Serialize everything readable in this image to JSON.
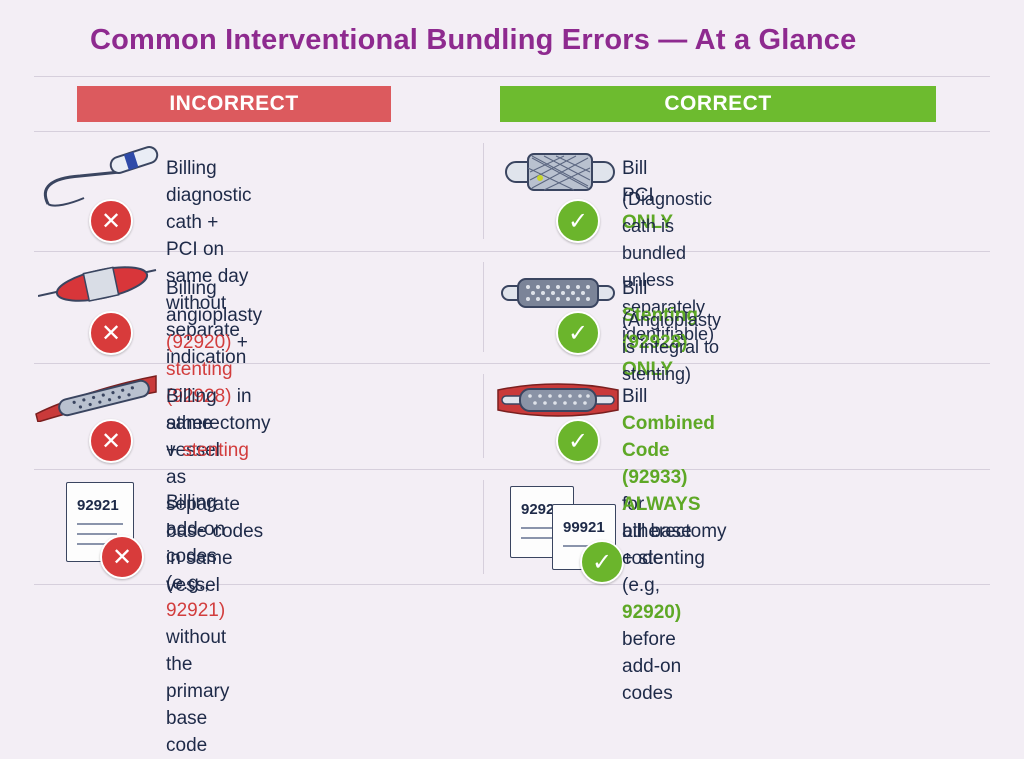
{
  "title": "Common Interventional Bundling Errors — At a Glance",
  "headers": {
    "incorrect": "INCORRECT",
    "correct": "CORRECT"
  },
  "colors": {
    "title": "#8e2a8f",
    "incorrect": "#dc5a5e",
    "correct": "#6dbb2f",
    "error_text": "#d23d3d",
    "ok_text": "#5ea826"
  },
  "rows": [
    {
      "incorrect": {
        "icon": "catheter-icon",
        "line1": "Billing diagnostic cath + PCI on",
        "line2": "same day without separate",
        "line3": "indication"
      },
      "correct": {
        "icon": "stent-icon",
        "a": "Bill PCI ",
        "b": "ONLY",
        "line2": "(Diagnostic cath is bundled unless",
        "line3": "separately identifiable)"
      }
    },
    {
      "incorrect": {
        "icon": "balloon-icon",
        "a": "Billing angioplasty ",
        "b": "(92920)",
        "c": " +",
        "d": "stenting (92928)",
        "e": " in same vessel"
      },
      "correct": {
        "icon": "stent-icon",
        "a": "Bill ",
        "b": "Stenting (92928) ONLY",
        "line2": "(Angioplasty is integral to stenting)"
      }
    },
    {
      "incorrect": {
        "icon": "atherectomy-icon",
        "a": "Billing atherectomy + ",
        "b": "stenting",
        "c": " as",
        "line2": "separate base codes in same vessel"
      },
      "correct": {
        "icon": "vessel-stent-icon",
        "a": "Bill ",
        "b": "Combined Code (92933)",
        "line2": "for atherectomy + stenting"
      }
    },
    {
      "incorrect": {
        "icon": "document-icon",
        "doc_code": "92921",
        "a": "Billing add-on codes (e.g., ",
        "b": "92921)",
        "line2": "without the primary base code"
      },
      "correct": {
        "icon": "documents-icon",
        "doc_code_back": "92921",
        "doc_code_front": "99921",
        "a": "ALWAYS",
        "b": " bill base code (e.g, ",
        "c": "92920)",
        "line2": "before add-on codes"
      }
    }
  ],
  "symbols": {
    "x": "✕",
    "check": "✓"
  }
}
